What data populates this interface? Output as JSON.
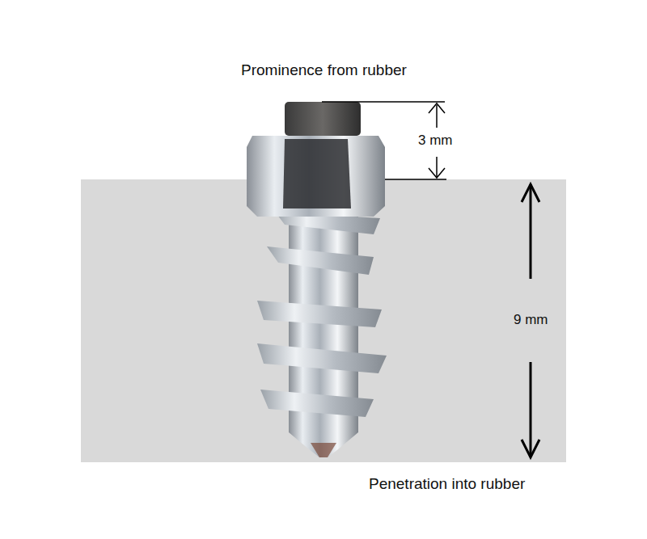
{
  "diagram": {
    "labels": [
      "Prominence from rubber",
      "3 mm",
      "9 mm",
      "Penetration into rubber"
    ]
  }
}
